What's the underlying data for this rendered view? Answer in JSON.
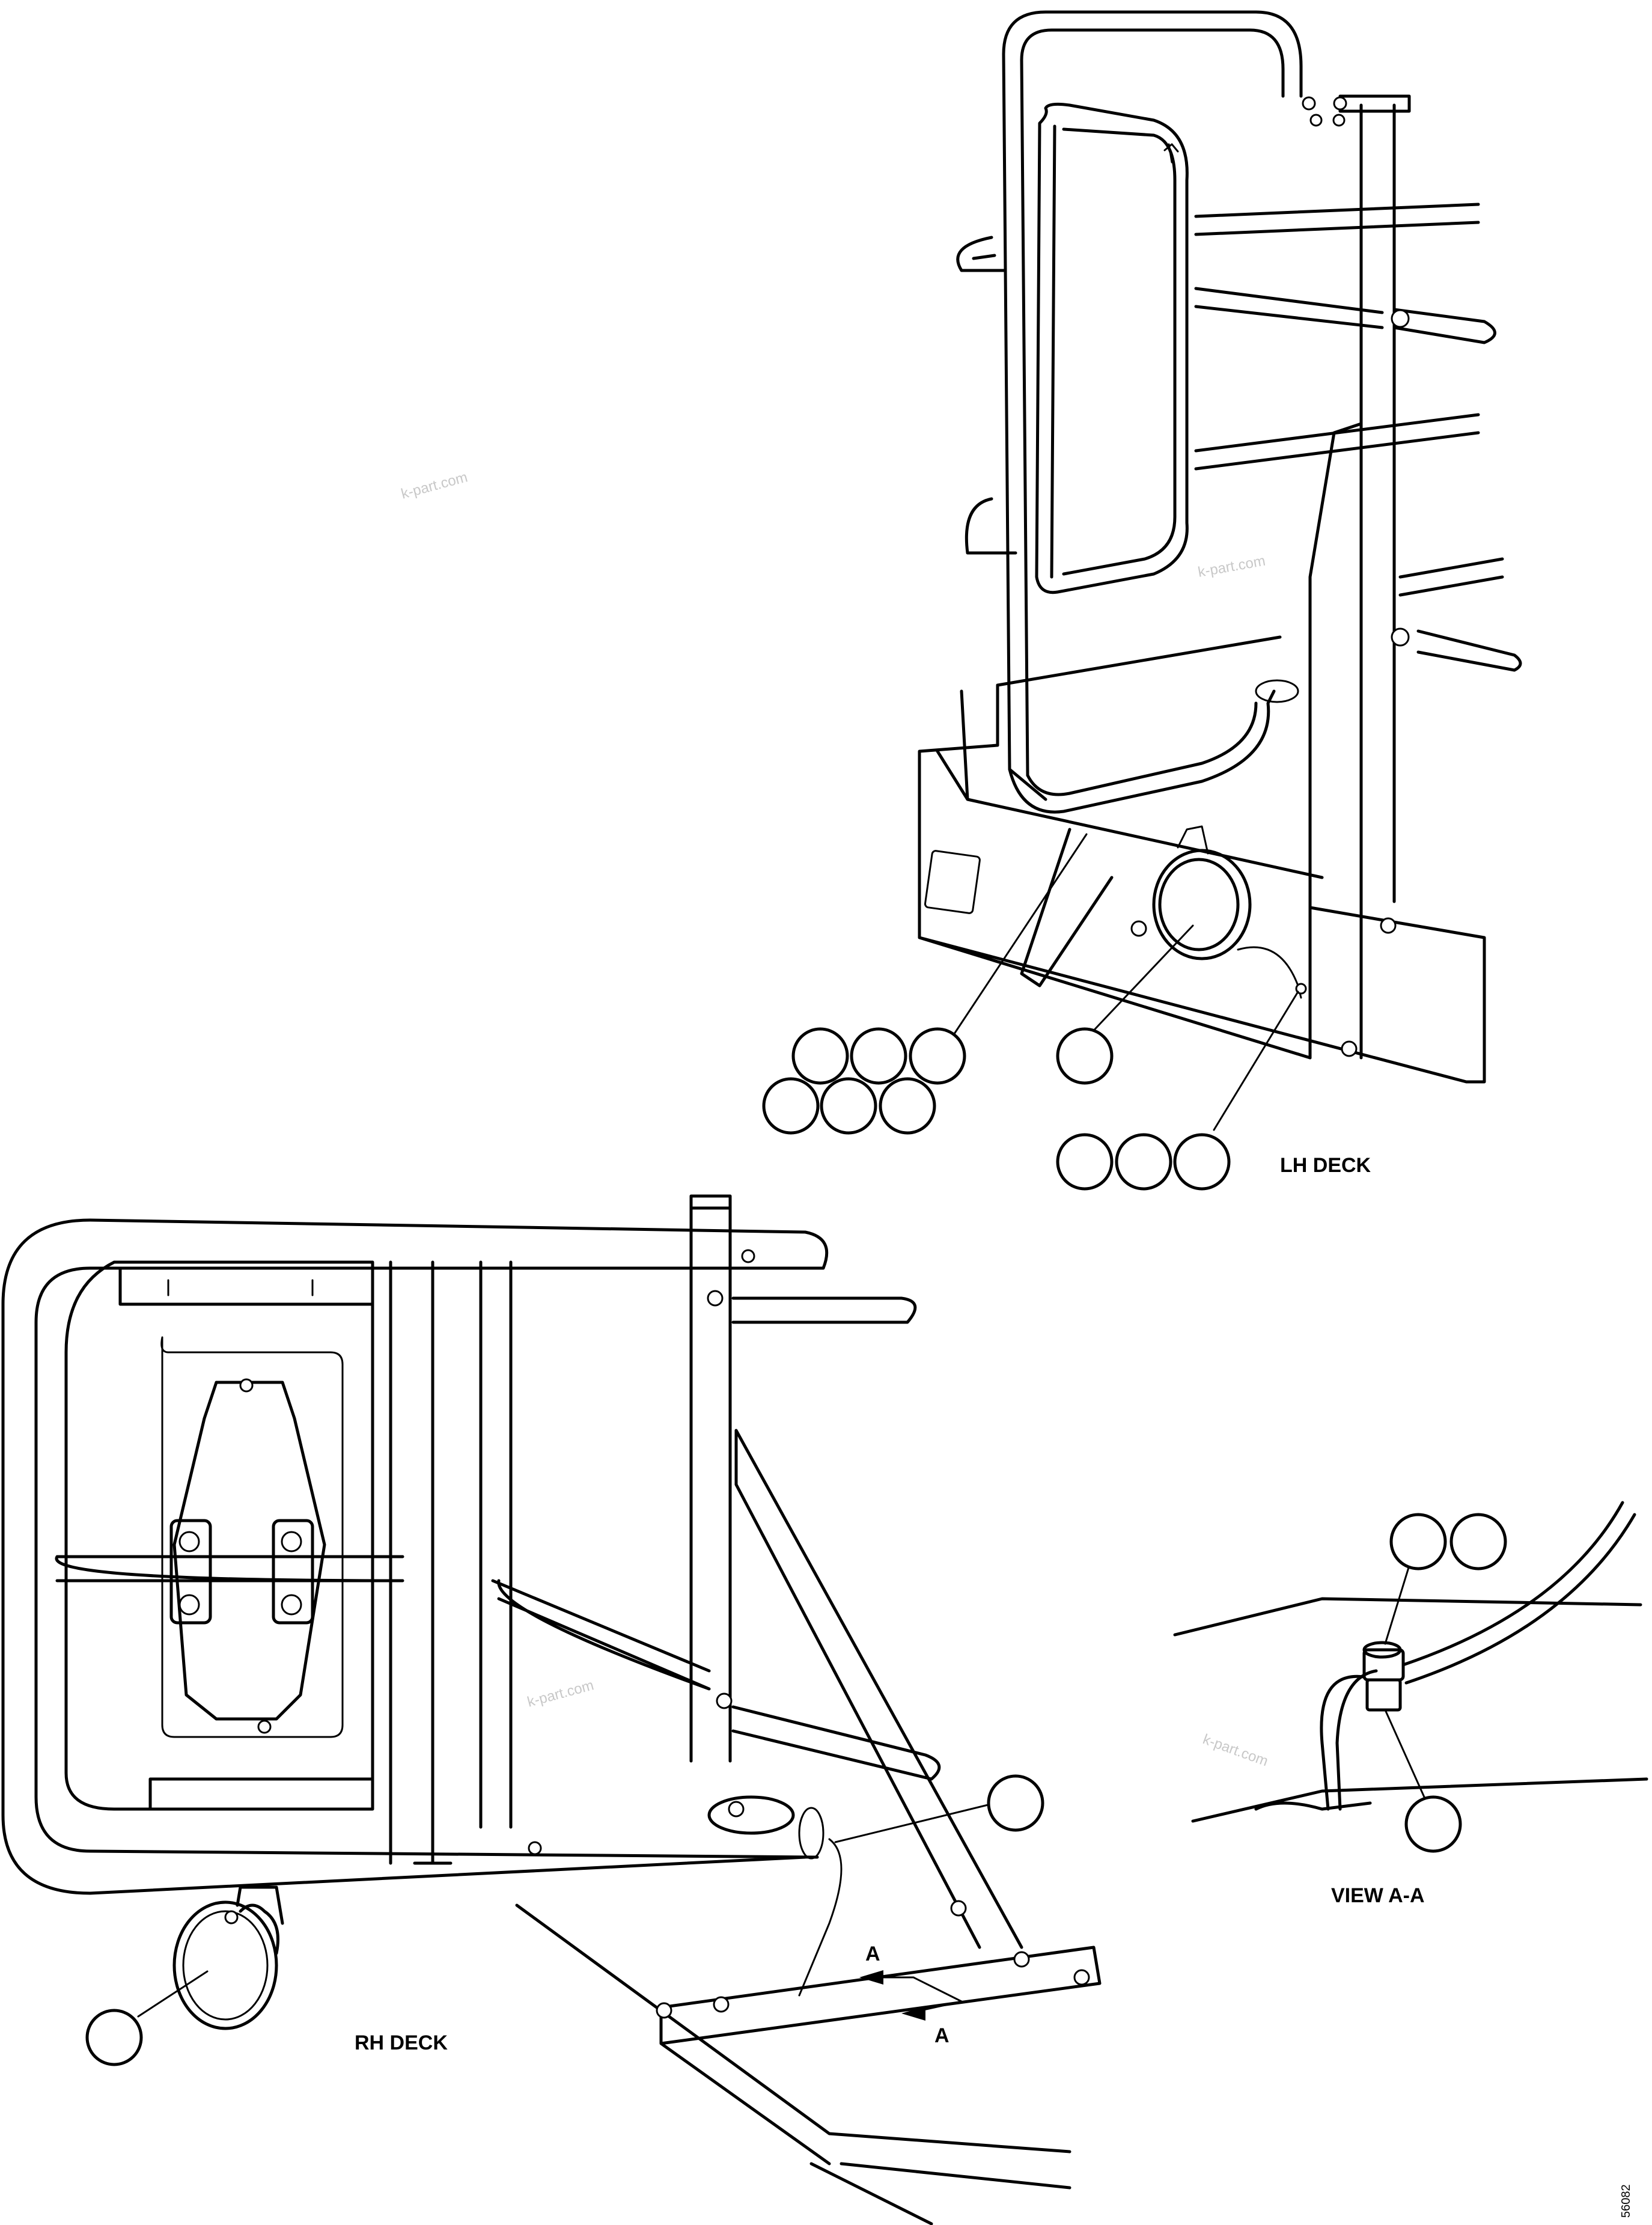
{
  "views": {
    "lh_deck": "LH DECK",
    "rh_deck": "RH DECK",
    "view_aa": "VIEW A-A"
  },
  "section_marker": {
    "top": "A",
    "bottom": "A"
  },
  "watermarks": [
    "k-part.com",
    "k-part.com",
    "k-part.com",
    "k-part.com"
  ],
  "figure_number": "56082"
}
